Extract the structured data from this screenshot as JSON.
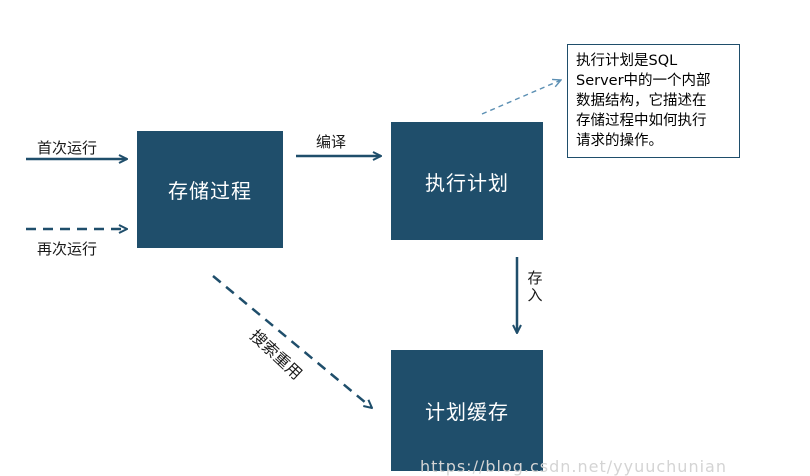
{
  "nodes": {
    "stored_procedure": "存储过程",
    "execution_plan": "执行计划",
    "plan_cache": "计划缓存"
  },
  "edges": {
    "first_run": "首次运行",
    "rerun": "再次运行",
    "compile": "编译",
    "store_char1": "存",
    "store_char2": "入",
    "search_reuse": "搜索重用"
  },
  "note": {
    "lines": [
      "执行计划是SQL",
      "Server中的一个内部",
      "数据结构，它描述在",
      "存储过程中如何执行",
      "请求的操作。"
    ]
  },
  "watermark": "https://blog.csdn.net/yyuuchunian",
  "colors": {
    "node_fill": "#1f4e6b",
    "node_text": "#ffffff",
    "arrow": "#1f4e6b",
    "note_arrow": "#5b8fb3"
  }
}
